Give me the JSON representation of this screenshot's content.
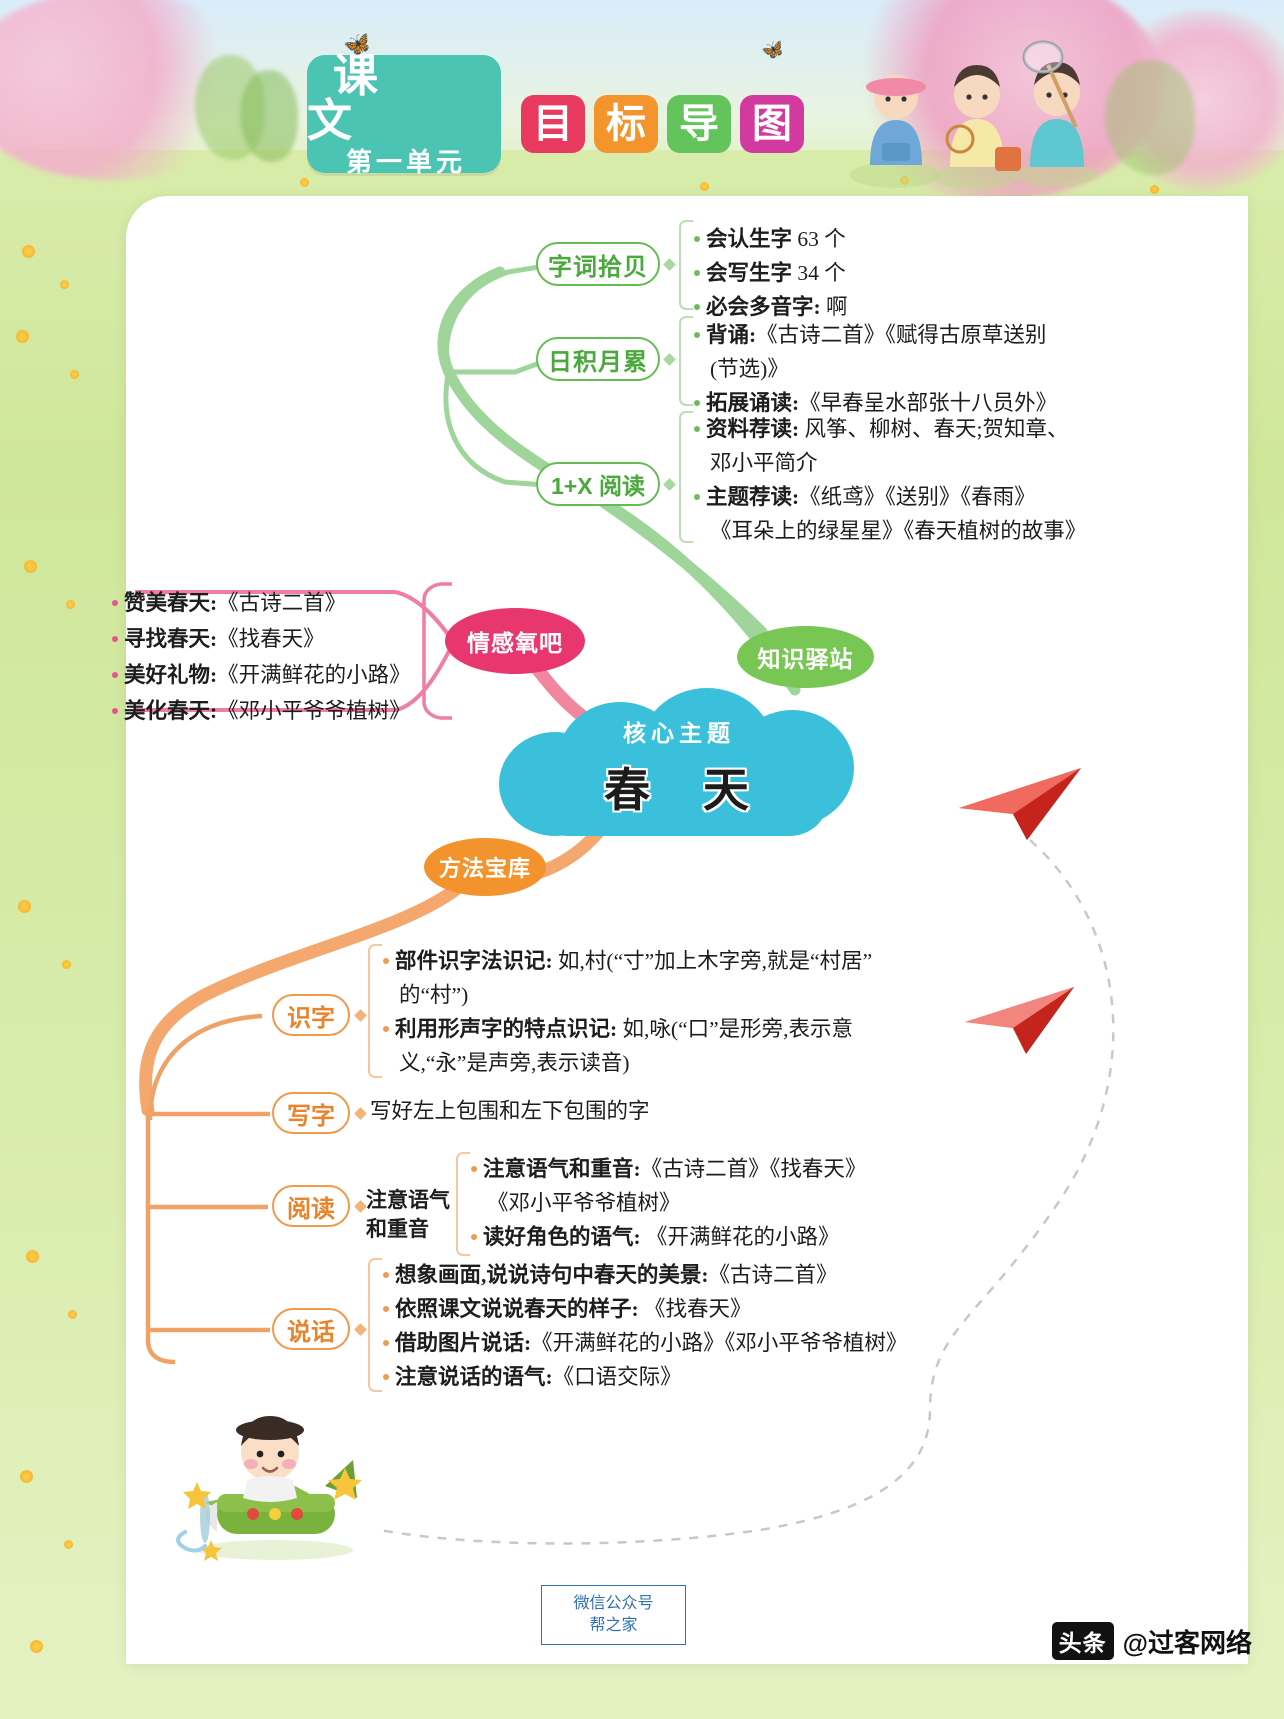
{
  "header": {
    "unit_plate": {
      "line1": "课 文",
      "line2": "第一单元"
    },
    "tiles": [
      {
        "char": "目",
        "color": "#e8395f"
      },
      {
        "char": "标",
        "color": "#f4942c"
      },
      {
        "char": "导",
        "color": "#63c45c"
      },
      {
        "char": "图",
        "color": "#d23aa0"
      }
    ]
  },
  "core": {
    "sub_label": "核心主题",
    "title": "春 天",
    "color": "#3bc0dc"
  },
  "branches": {
    "knowledge": {
      "label": "知识驿站",
      "color": "#78c653"
    },
    "emotion": {
      "label": "情感氧吧",
      "color": "#e8376f"
    },
    "method": {
      "label": "方法宝库",
      "color": "#f3932e"
    }
  },
  "knowledge_nodes": [
    {
      "label": "字词拾贝",
      "lines": [
        {
          "bullet": true,
          "bold": "会认生字",
          "rest": " 63 个"
        },
        {
          "bullet": true,
          "bold": "会写生字",
          "rest": " 34 个"
        },
        {
          "bullet": true,
          "bold": "必会多音字:",
          "rest": " 啊"
        }
      ]
    },
    {
      "label": "日积月累",
      "lines": [
        {
          "bullet": true,
          "bold": "背诵:",
          "rest": "《古诗二首》《赋得古原草送别"
        },
        {
          "bullet": false,
          "bold": "",
          "rest": "(节选)》"
        },
        {
          "bullet": true,
          "bold": "拓展诵读:",
          "rest": "《早春呈水部张十八员外》"
        }
      ]
    },
    {
      "label": "1+X 阅读",
      "lines": [
        {
          "bullet": true,
          "bold": "资料荐读:",
          "rest": " 风筝、柳树、春天;贺知章、"
        },
        {
          "bullet": false,
          "bold": "",
          "rest": "邓小平简介"
        },
        {
          "bullet": true,
          "bold": "主题荐读:",
          "rest": "《纸鸢》《送别》《春雨》"
        },
        {
          "bullet": false,
          "bold": "",
          "rest": "《耳朵上的绿星星》《春天植树的故事》"
        }
      ]
    }
  ],
  "emotion_lines": [
    {
      "bold": "赞美春天:",
      "rest": "《古诗二首》"
    },
    {
      "bold": "寻找春天:",
      "rest": "《找春天》"
    },
    {
      "bold": "美好礼物:",
      "rest": "《开满鲜花的小路》"
    },
    {
      "bold": "美化春天:",
      "rest": "《邓小平爷爷植树》"
    }
  ],
  "method_nodes": [
    {
      "label": "识字",
      "side_label": "",
      "lines": [
        {
          "bullet": true,
          "bold": "部件识字法识记:",
          "rest": " 如,村(“寸”加上木字旁,就是“村居”"
        },
        {
          "bullet": false,
          "bold": "",
          "rest": "的“村”)"
        },
        {
          "bullet": true,
          "bold": "利用形声字的特点识记:",
          "rest": " 如,咏(“口”是形旁,表示意"
        },
        {
          "bullet": false,
          "bold": "",
          "rest": "义,“永”是声旁,表示读音)"
        }
      ]
    },
    {
      "label": "写字",
      "side_label": "",
      "lines": [
        {
          "bullet": false,
          "bold": "",
          "rest": "写好左上包围和左下包围的字"
        }
      ]
    },
    {
      "label": "阅读",
      "side_label": "注意语气\n和重音",
      "lines": [
        {
          "bullet": true,
          "bold": "注意语气和重音:",
          "rest": "《古诗二首》《找春天》"
        },
        {
          "bullet": false,
          "bold": "",
          "rest": "《邓小平爷爷植树》"
        },
        {
          "bullet": true,
          "bold": "读好角色的语气:",
          "rest": " 《开满鲜花的小路》"
        }
      ]
    },
    {
      "label": "说话",
      "side_label": "",
      "lines": [
        {
          "bullet": true,
          "bold": "想象画面,说说诗句中春天的美景:",
          "rest": "《古诗二首》"
        },
        {
          "bullet": true,
          "bold": "依照课文说说春天的样子:",
          "rest": " 《找春天》"
        },
        {
          "bullet": true,
          "bold": "借助图片说话:",
          "rest": "《开满鲜花的小路》《邓小平爷爷植树》"
        },
        {
          "bullet": true,
          "bold": "注意说话的语气:",
          "rest": "《口语交际》"
        }
      ]
    }
  ],
  "footer": {
    "wechat_line1": "微信公众号",
    "wechat_line2": "帮之家",
    "brand_mark": "头条",
    "brand_name": "@过客网络"
  }
}
